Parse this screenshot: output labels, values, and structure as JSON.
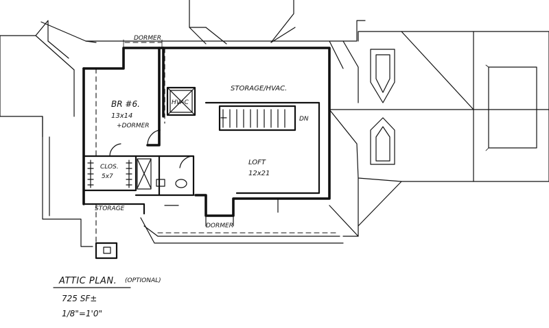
{
  "rooms": {
    "dormer_top": "DORMER",
    "br6_name": "BR #6.",
    "br6_size": "13x14",
    "br6_extra": "+DORMER",
    "hvac": "HVAC",
    "storage_hvac": "STORAGE/HVAC.",
    "down": "DN",
    "loft_name": "LOFT",
    "loft_size": "12x21",
    "closet_name": "CLOS.",
    "closet_size": "5x7",
    "storage": "STORAGE",
    "dormer_bottom": "DORMER"
  },
  "title_block": {
    "title": "ATTIC PLAN.",
    "note": "(OPTIONAL)",
    "area": "725 SF±",
    "scale": "1/8\"=1'0\""
  }
}
